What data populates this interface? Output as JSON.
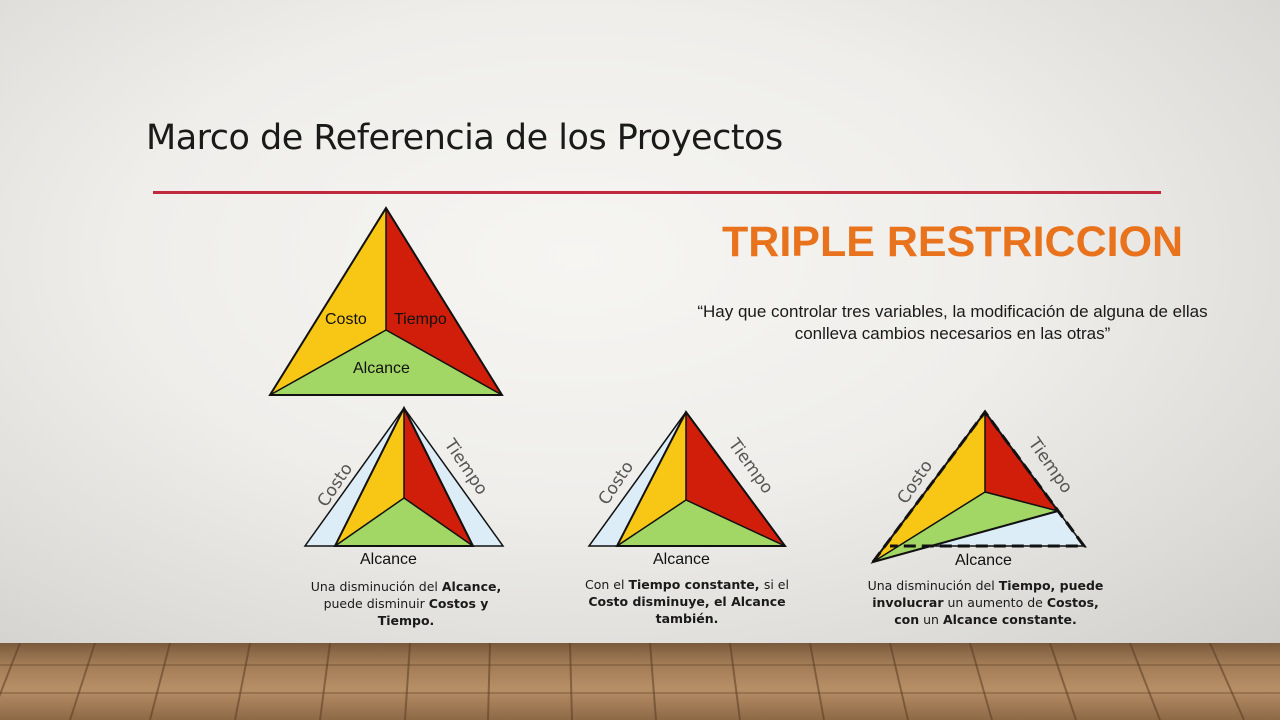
{
  "slide": {
    "title": "Marco de Referencia de los Proyectos",
    "heading": "TRIPLE RESTRICCION",
    "quote": "“Hay que controlar tres variables, la modificación  de alguna de ellas conlleva cambios necesarios en las otras”"
  },
  "main_triangle": {
    "labels": {
      "cost": "Costo",
      "time": "Tiempo",
      "scope": "Alcance"
    }
  },
  "scenarios": [
    {
      "labels": {
        "cost": "Costo",
        "time": "Tiempo",
        "scope": "Alcance"
      },
      "caption": [
        {
          "text": "Una disminución del ",
          "bold": false
        },
        {
          "text": "Alcance,",
          "bold": true
        },
        {
          "text": " puede disminuir ",
          "bold": false
        },
        {
          "text": "Costos y  Tiempo.",
          "bold": true
        }
      ]
    },
    {
      "labels": {
        "cost": "Costo",
        "time": "Tiempo",
        "scope": "Alcance"
      },
      "caption": [
        {
          "text": "Con el ",
          "bold": false
        },
        {
          "text": "Tiempo constante, ",
          "bold": true
        },
        {
          "text": "si el ",
          "bold": false
        },
        {
          "text": "Costo disminuye, el  Alcance también.",
          "bold": true
        }
      ]
    },
    {
      "labels": {
        "cost": "Costo",
        "time": "Tiempo",
        "scope": "Alcance"
      },
      "caption": [
        {
          "text": "Una disminución del ",
          "bold": false
        },
        {
          "text": "Tiempo,  puede involucrar",
          "bold": true
        },
        {
          "text": " un aumento de  ",
          "bold": false
        },
        {
          "text": "Costos, con",
          "bold": true
        },
        {
          "text": " un ",
          "bold": false
        },
        {
          "text": "Alcance constante.",
          "bold": true
        }
      ]
    }
  ],
  "colors": {
    "cost": "#f8c716",
    "time": "#d01e0b",
    "scope": "#a2d665",
    "ghost": "#dcedf7",
    "rule": "#c0283d",
    "heading": "#e8731c"
  }
}
